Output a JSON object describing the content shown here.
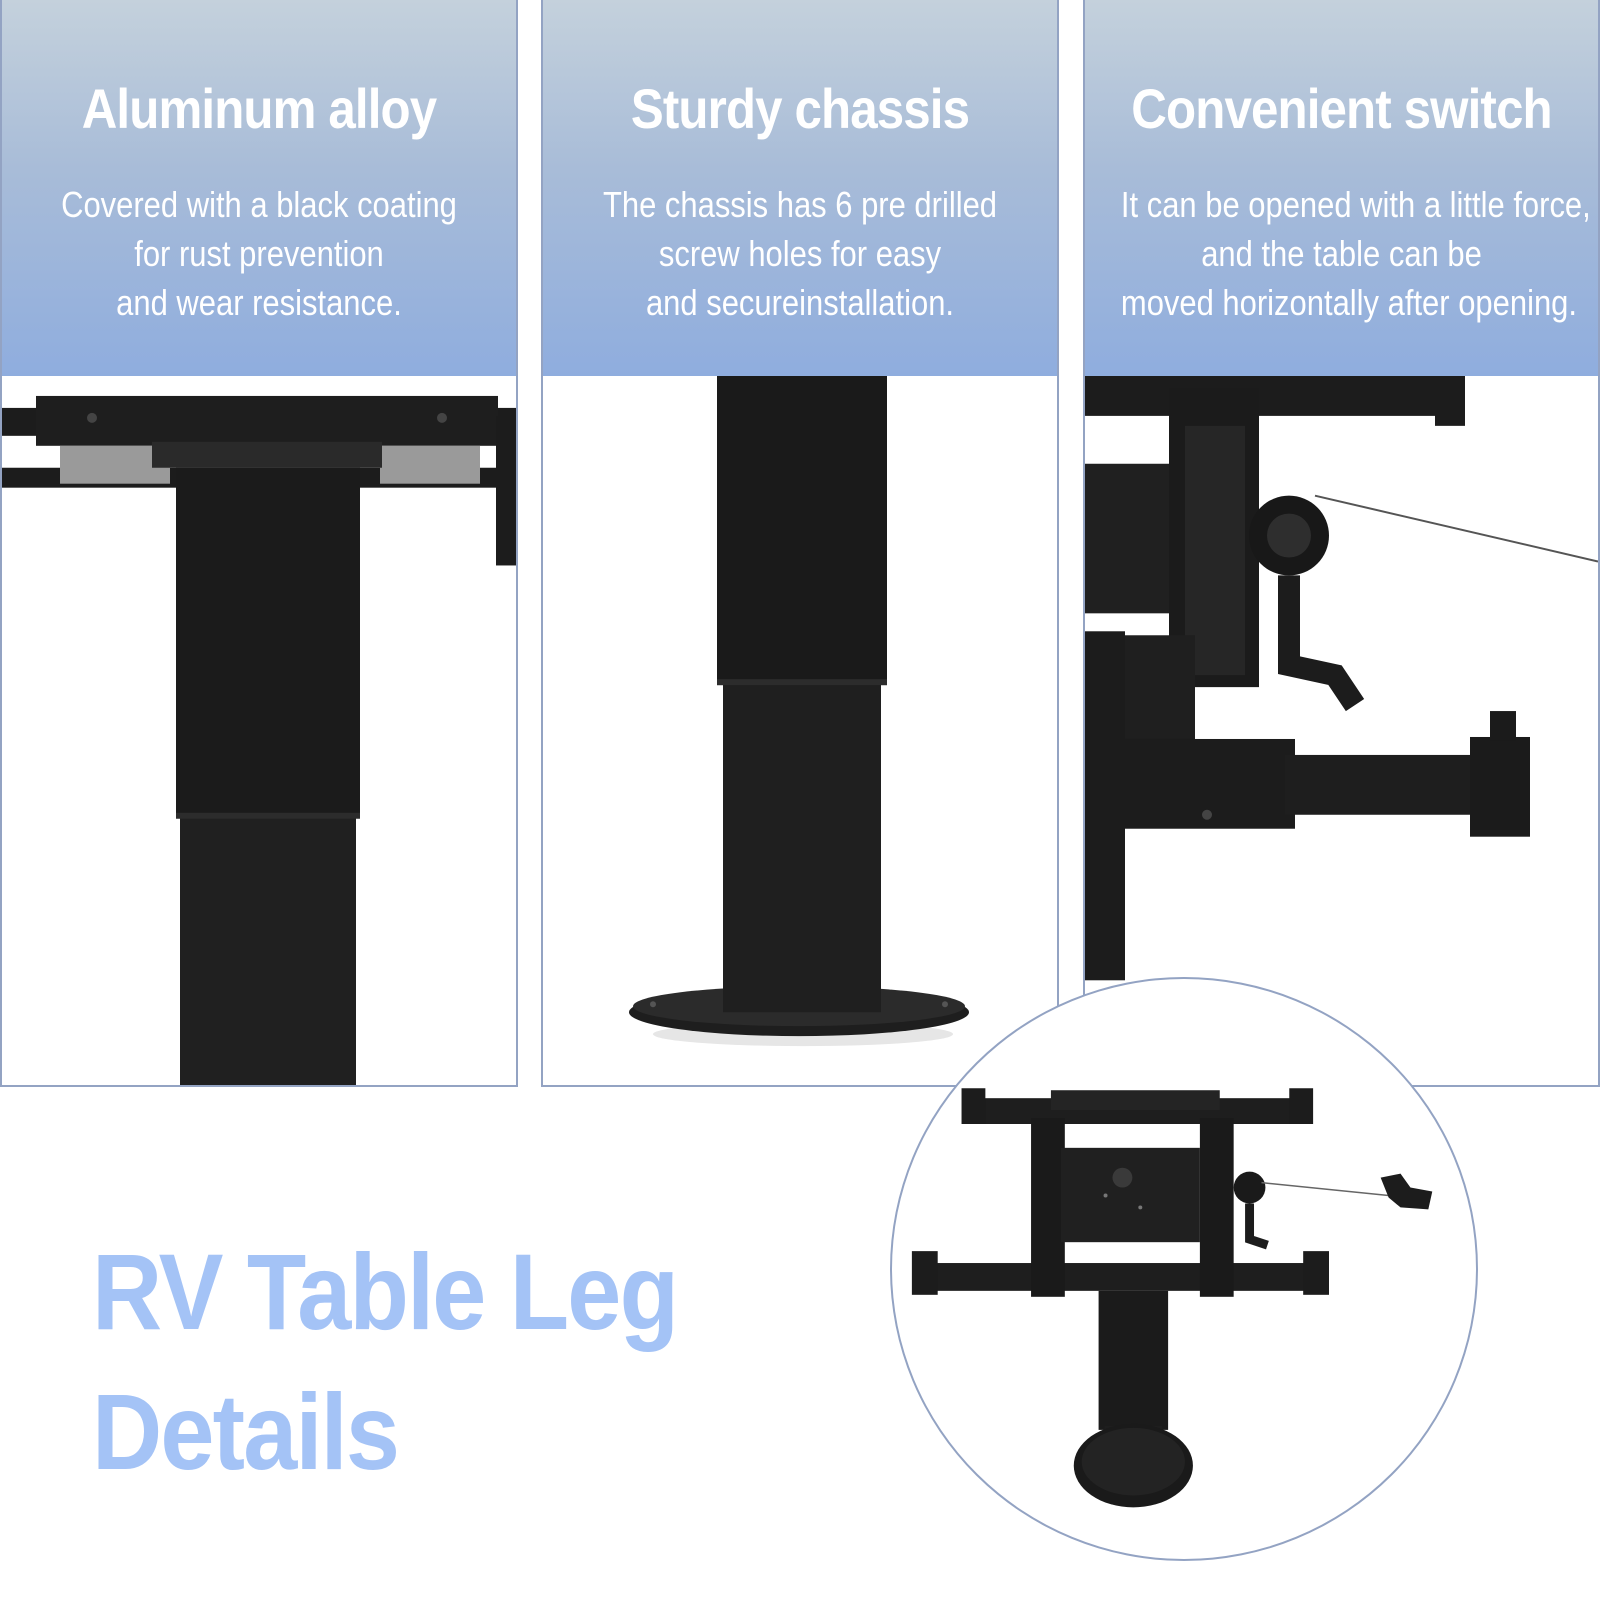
{
  "panels": [
    {
      "title": "Aluminum alloy",
      "lines": [
        "Covered with a black coating",
        "for rust prevention",
        "and wear resistance."
      ]
    },
    {
      "title": "Sturdy chassis",
      "lines": [
        "The chassis has 6 pre drilled",
        "screw holes for easy",
        "and secureinstallation."
      ]
    },
    {
      "title": "Convenient switch",
      "lines": [
        "It can be opened with a little force,",
        "and the table can be",
        "moved horizontally after opening."
      ]
    }
  ],
  "headline": {
    "line1": "RV Table Leg",
    "line2": "Details"
  },
  "colors": {
    "header_top": "#c4d1dc",
    "header_bottom": "#8fadde",
    "border": "#93a3c3",
    "headline": "#a4c3f6",
    "metal": "#1c1c1c"
  }
}
